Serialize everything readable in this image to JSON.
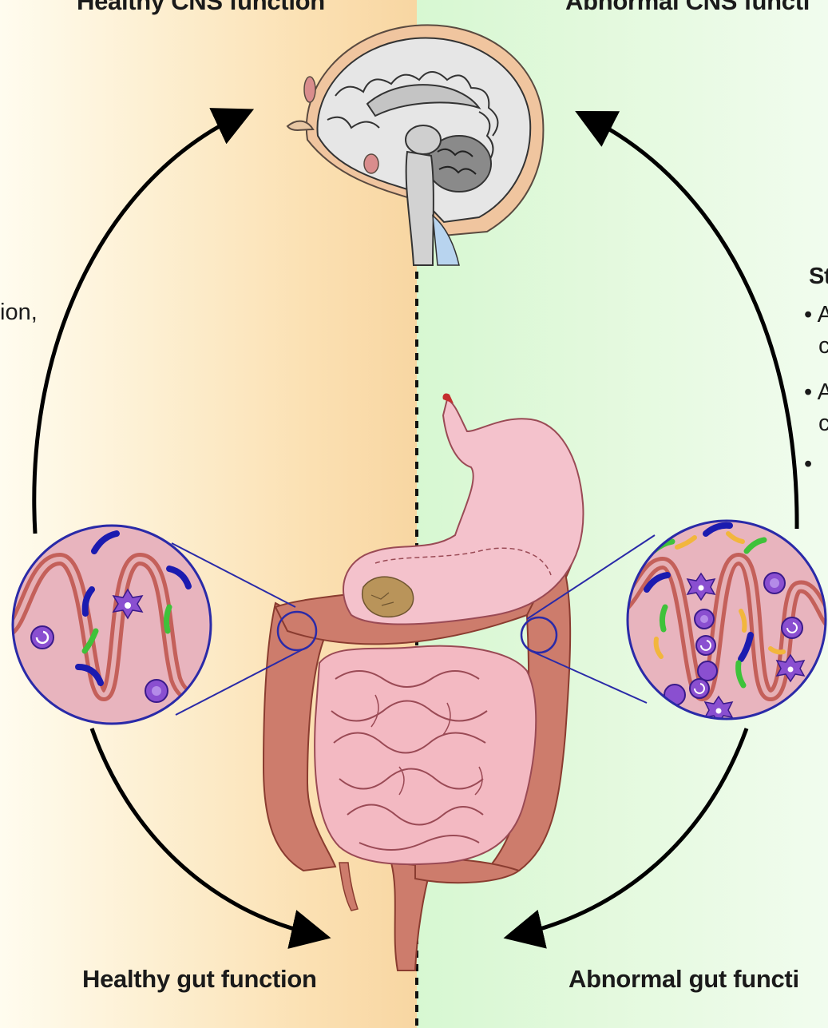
{
  "labels": {
    "top_left": "Healthy CNS function",
    "top_right": "Abnormal CNS functi",
    "bottom_left": "Healthy gut function",
    "bottom_right": "Abnormal gut functi",
    "left_partial_line1": "ion,",
    "left_partial_line2": "",
    "right_partial_heading": "St",
    "right_bullet_1a": "• A",
    "right_bullet_1b": "c",
    "right_bullet_2a": "• A",
    "right_bullet_2b": "c",
    "right_bullet_3": "•"
  },
  "colors": {
    "left_panel": "#fbe0b2",
    "right_panel": "#d7f8d2",
    "arrows": "#000000",
    "magnifier_outline": "#2a2aa8",
    "bacteria_blue": "#1b1bb0",
    "bacteria_green": "#3fc23a",
    "bacteria_yellow": "#f2b63c",
    "immune_cells": "#8a4fd0",
    "intestine": "#f3b9c2",
    "colon": "#cd7c6c"
  },
  "icons": {
    "brain": "brain-icon",
    "digestive_tract": "digestive-tract-icon",
    "healthy_magnifier": "healthy-villi-magnifier-icon",
    "abnormal_magnifier": "abnormal-villi-magnifier-icon"
  }
}
